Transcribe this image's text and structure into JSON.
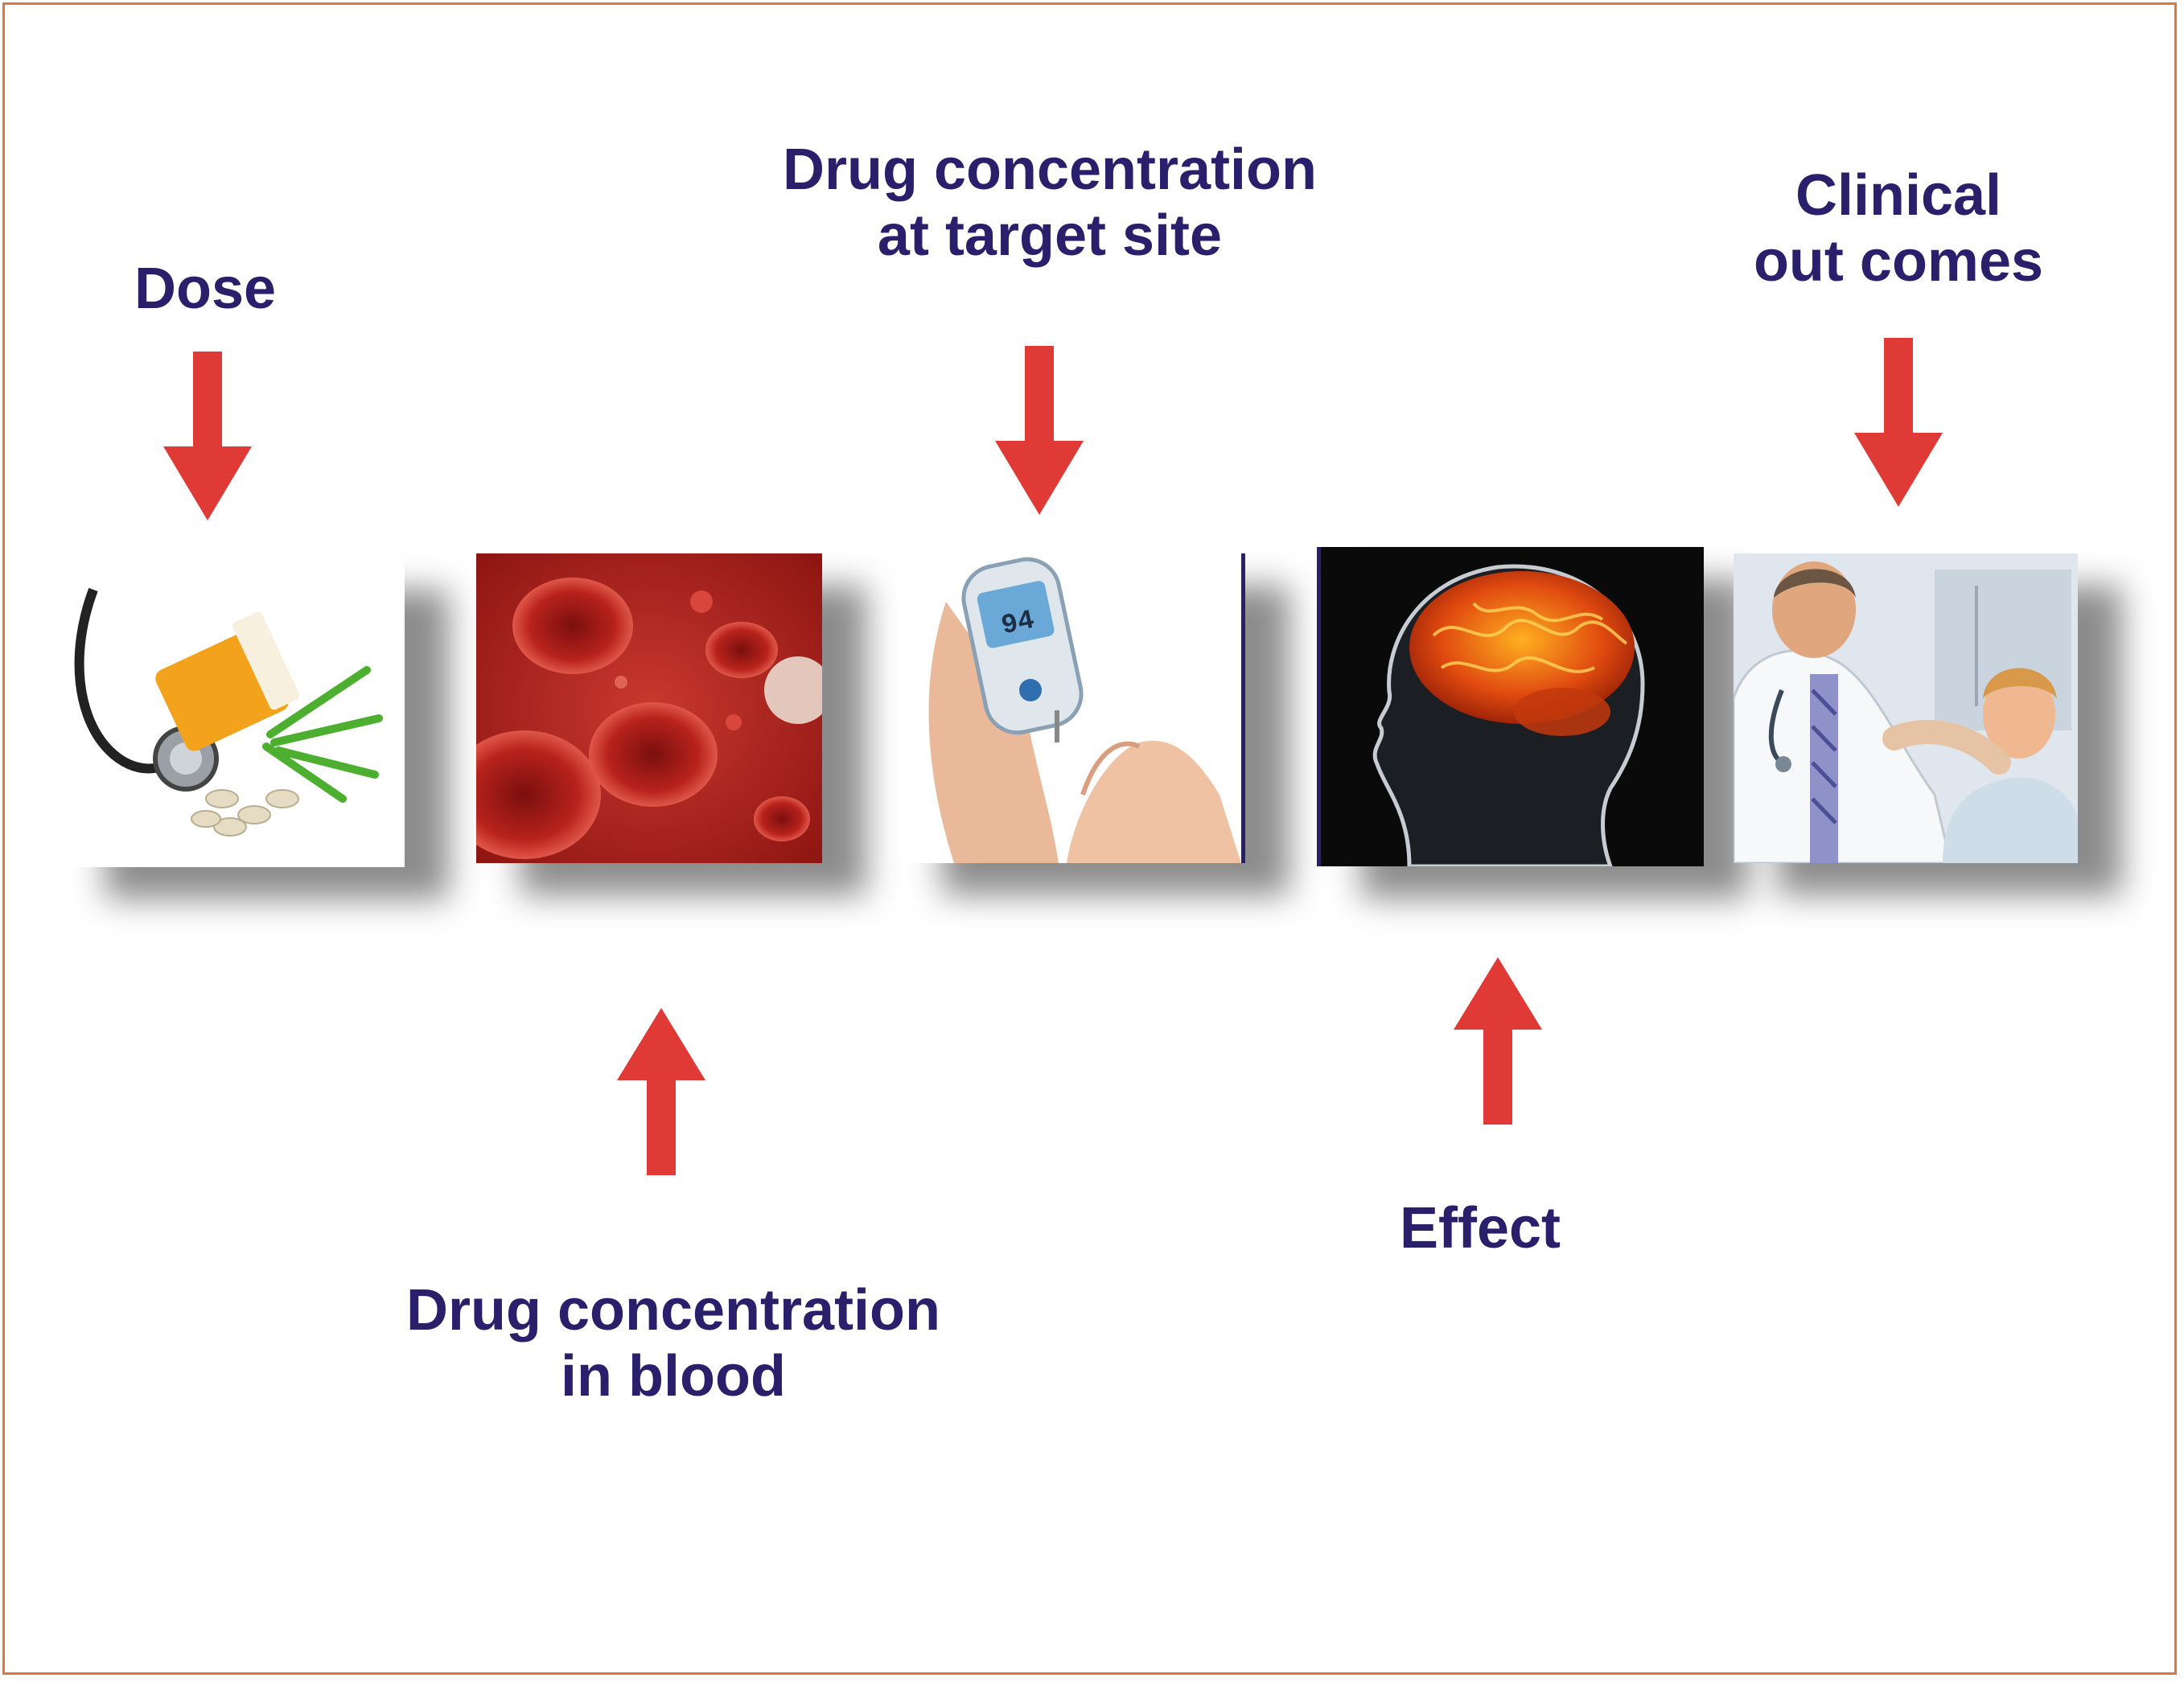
{
  "colors": {
    "border": "#e0763a",
    "label": "#2a1f6b",
    "arrow": "#e03a36"
  },
  "stages": {
    "dose": {
      "line1": "Dose",
      "icon": "pills-stethoscope-image"
    },
    "blood": {
      "line1": "Drug concentration",
      "line2": "in blood",
      "icon": "red-blood-cells-image"
    },
    "target": {
      "line1": "Drug concentration",
      "line2": "at target site",
      "icon": "glucose-meter-image"
    },
    "effect": {
      "line1": "Effect",
      "icon": "brain-image"
    },
    "outcomes": {
      "line1": "Clinical",
      "line2": "out comes",
      "icon": "doctor-patient-image"
    }
  },
  "meter": {
    "reading": "94"
  }
}
